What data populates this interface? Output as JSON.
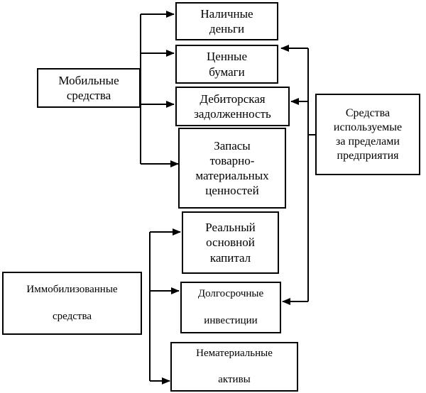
{
  "boxes": {
    "mobile": "Мобильные\nсредства",
    "cash": "Наличные\nденьги",
    "securities": "Ценные\nбумаги",
    "receivables": "Дебиторская\nзадолженность",
    "inventory": "Запасы\nтоварно-\nматериальных\nценностей",
    "external": "Средства\nиспользуемые\nза пределами\nпредприятия",
    "immobilized": "Иммобилизованные\n\nсредства",
    "real_capital": "Реальный\nосновной\nкапитал",
    "long_term": "Долгосрочные\n\nинвестиции",
    "intangible": "Нематериальные\n\nактивы"
  }
}
